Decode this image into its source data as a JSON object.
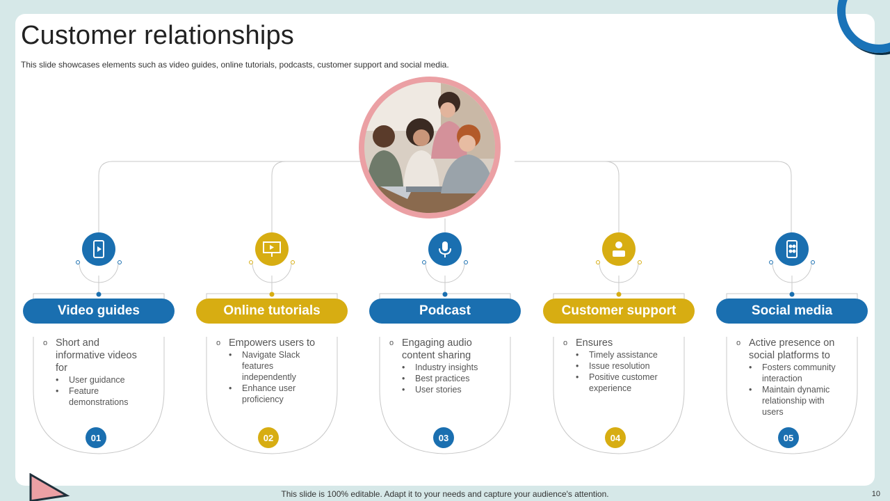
{
  "title": "Customer relationships",
  "subtitle": "This slide showcases elements such as video guides, online tutorials, podcasts, customer support and social media.",
  "footer": "This slide is 100% editable. Adapt it to your needs and capture your audience's attention.",
  "page_number": "10",
  "colors": {
    "blue": "#1a6fb0",
    "gold": "#d7ad12",
    "photo_ring": "#eba0a4",
    "background": "#d6e8e8"
  },
  "items": [
    {
      "title": "Video guides",
      "number": "01",
      "color": "blue",
      "icon": "video-phone-icon",
      "lead": "Short and  informative videos for",
      "bullets": [
        "User guidance",
        "Feature demonstrations"
      ]
    },
    {
      "title": "Online tutorials",
      "number": "02",
      "color": "gold",
      "icon": "presentation-icon",
      "lead": "Empowers users to",
      "bullets": [
        "Navigate  Slack features independently",
        "Enhance user proficiency"
      ]
    },
    {
      "title": "Podcast",
      "number": "03",
      "color": "blue",
      "icon": "microphone-icon",
      "lead": "Engaging audio content sharing",
      "bullets": [
        "Industry insights",
        "Best practices",
        "User stories"
      ]
    },
    {
      "title": "Customer support",
      "number": "04",
      "color": "gold",
      "icon": "support-agent-icon",
      "lead": "Ensures",
      "bullets": [
        "Timely assistance",
        "Issue resolution",
        "Positive customer experience"
      ]
    },
    {
      "title": "Social media",
      "number": "05",
      "color": "blue",
      "icon": "social-media-icon",
      "lead": "Active presence on social platforms to",
      "bullets": [
        "Fosters community interaction",
        "Maintain dynamic relationship with users"
      ]
    }
  ]
}
